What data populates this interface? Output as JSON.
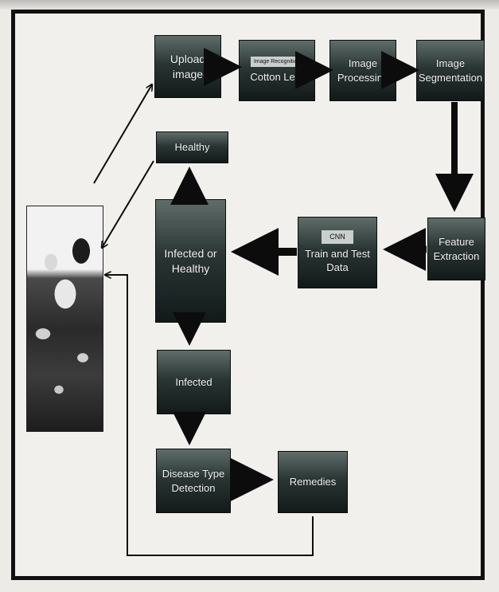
{
  "diagram": {
    "upload": "Upload image",
    "recognition_header": "Image Recognition",
    "cotton_leaf": "Cotton Leaf",
    "processing": [
      "Image",
      "Processing"
    ],
    "segmentation": [
      "Image",
      "Segmentation"
    ],
    "feature": [
      "Feature",
      "Extraction"
    ],
    "cnn_header": "CNN",
    "cnn_label": "Train and Test Data",
    "infected_or_healthy": [
      "Infected or",
      "Healthy"
    ],
    "healthy": "Healthy",
    "infected": "Infected",
    "disease": [
      "Disease Type",
      "Detection"
    ],
    "remedies": "Remedies"
  },
  "colors": {
    "box_dark": "#121a19",
    "box_light": "#5f6d6a",
    "arrow": "#0c0c0c",
    "frame": "#111111"
  }
}
